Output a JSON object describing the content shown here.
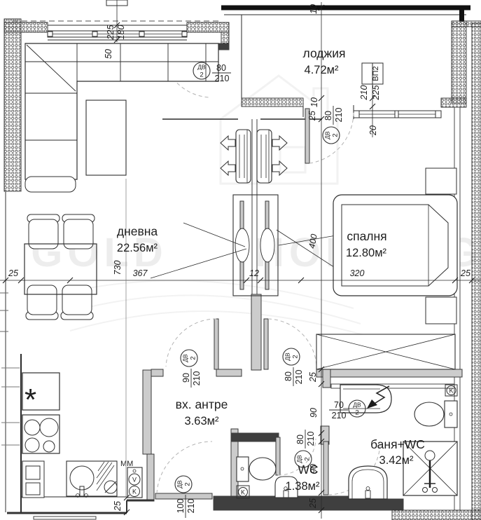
{
  "watermark": {
    "left": "GOLD",
    "right": "HOME.BG"
  },
  "rooms": {
    "loggia": {
      "name": "лоджия",
      "area": "4.72м²"
    },
    "living": {
      "name": "дневна",
      "area": "22.56м²"
    },
    "bedroom": {
      "name": "спалня",
      "area": "12.80м²"
    },
    "hall": {
      "name": "вх. антре",
      "area": "3.63м²"
    },
    "wc": {
      "name": "WC",
      "area": "1.38м²"
    },
    "bath": {
      "name": "баня+WC",
      "area": "3.42м²"
    }
  },
  "tags": {
    "t1": {
      "code": "ДВ",
      "num": "2",
      "w": "80",
      "h": "210"
    },
    "t2": {
      "code": "ДВ",
      "num": "2",
      "w": "80",
      "h": "210"
    },
    "t3": {
      "code": "ДВ",
      "num": "2",
      "w": "90",
      "h": "210"
    },
    "t4": {
      "code": "ДВ",
      "num": "2",
      "w": "80",
      "h": "210"
    },
    "t5": {
      "code": "ДВ",
      "num": "2",
      "w": "100",
      "h": "210"
    },
    "t6": {
      "code": "ДВ",
      "num": "2",
      "w": "70",
      "h": "210"
    },
    "t7": {
      "code": "ДВ",
      "num": "2",
      "w": "80",
      "h": "210"
    }
  },
  "wtag": {
    "label": "ВП2",
    "d1": "210",
    "d2": "225"
  },
  "dims": {
    "win_w": "225",
    "win_h": "180",
    "d50": "50",
    "d10a": "10",
    "d10b": "10",
    "d25a": "25",
    "d20": "20",
    "h25l": "25",
    "v730": "730",
    "h367": "367",
    "h12": "12",
    "h320": "320",
    "h25r": "25",
    "v400": "400",
    "r25a": "25",
    "r90a": "90",
    "r90b": "90",
    "r25b": "25",
    "k25": "25"
  },
  "kitchen": {
    "mm": "MM",
    "v": "V",
    "k": "K",
    "star": "*"
  },
  "marks": {
    "kwc": "K",
    "kbath": "K"
  }
}
